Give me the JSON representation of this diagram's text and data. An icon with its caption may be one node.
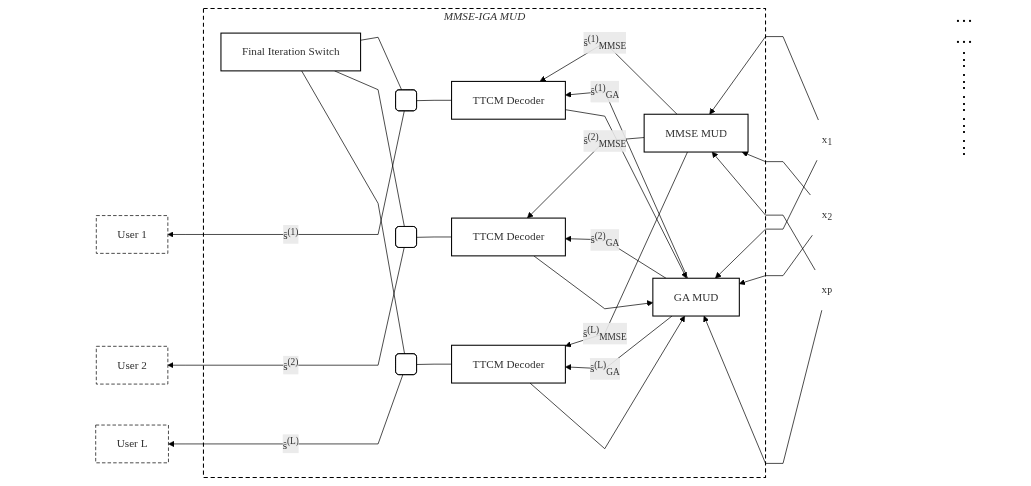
{
  "diagram": {
    "nodes": [
      {
        "text": [
          "MMSE-IGA MUD"
        ]
      },
      {
        "text": [
          "Final Iteration Switch"
        ],
        "in": 0
      },
      {
        "text": [
          "GA MUD"
        ],
        "in": 0
      },
      {
        "text": [
          "User 1"
        ]
      },
      {
        "text": [
          "User 2"
        ]
      },
      {
        "text": [
          "User L"
        ]
      },
      {
        "text": [],
        "shape": "switch",
        "in": 0
      },
      {
        "text": [],
        "shape": "switch",
        "in": 0
      },
      {
        "text": [],
        "shape": "switch",
        "in": 0
      },
      {
        "text": [
          "TTCM Decoder"
        ],
        "in": 0
      },
      {
        "text": [
          "TTCM Decoder"
        ],
        "in": 0
      },
      {
        "text": [
          "TTCM Decoder"
        ],
        "in": 0
      },
      {
        "text": [
          "MMSE MUD"
        ],
        "in": 0
      },
      {
        "text": [
          "x$_{1}$"
        ]
      },
      {
        "text": [
          "x$_{2}$"
        ]
      },
      {
        "text": [
          "x$_{P}$"
        ]
      }
    ],
    "edges": [
      {
        "from": 13,
        "to": 12,
        "arrow": "to"
      },
      {
        "from": 14,
        "to": 12,
        "arrow": "to"
      },
      {
        "from": 15,
        "to": 12,
        "arrow": "to"
      },
      {
        "from": 13,
        "to": 2,
        "arrow": "to"
      },
      {
        "from": 14,
        "to": 2,
        "arrow": "to"
      },
      {
        "from": 15,
        "to": 2,
        "arrow": "to"
      },
      {
        "from": 12,
        "to": 9,
        "arrow": "to",
        "label": "ŝ$^{(1)}$$_{MMSE}$"
      },
      {
        "from": 12,
        "to": 10,
        "arrow": "to",
        "label": "ŝ$^{(2)}$$_{MMSE}$"
      },
      {
        "from": 12,
        "to": 11,
        "arrow": "to",
        "label": "ŝ$^{(L)}$$_{MMSE}$"
      },
      {
        "from": 2,
        "to": 9,
        "arrow": "to",
        "label": "ŝ$^{(1)}$$_{GA}$"
      },
      {
        "from": 2,
        "to": 10,
        "arrow": "to",
        "label": "ŝ$^{(2)}$$_{GA}$"
      },
      {
        "from": 2,
        "to": 11,
        "arrow": "to",
        "label": "ŝ$^{(L)}$$_{GA}$"
      },
      {
        "from": 9,
        "to": 2,
        "arrow": "to"
      },
      {
        "from": 10,
        "to": 2,
        "arrow": "to"
      },
      {
        "from": 11,
        "to": 2,
        "arrow": "to"
      },
      {
        "from": 9,
        "to": 6,
        "arrow": "none"
      },
      {
        "from": 10,
        "to": 7,
        "arrow": "none"
      },
      {
        "from": 11,
        "to": 8,
        "arrow": "none"
      },
      {
        "from": 1,
        "to": 6,
        "arrow": "none"
      },
      {
        "from": 1,
        "to": 7,
        "arrow": "none"
      },
      {
        "from": 1,
        "to": 8,
        "arrow": "none"
      },
      {
        "from": 6,
        "to": 3,
        "arrow": "to",
        "label": "ŝ$^{(1)}$"
      },
      {
        "from": 7,
        "to": 4,
        "arrow": "to",
        "label": "ŝ$^{(2)}$"
      },
      {
        "from": 8,
        "to": 5,
        "arrow": "to",
        "label": "ŝ$^{(L)}$"
      }
    ],
    "labels": [
      "…",
      "…",
      "⋮",
      "⋮",
      "⋮",
      "⋮",
      "⋮"
    ]
  }
}
